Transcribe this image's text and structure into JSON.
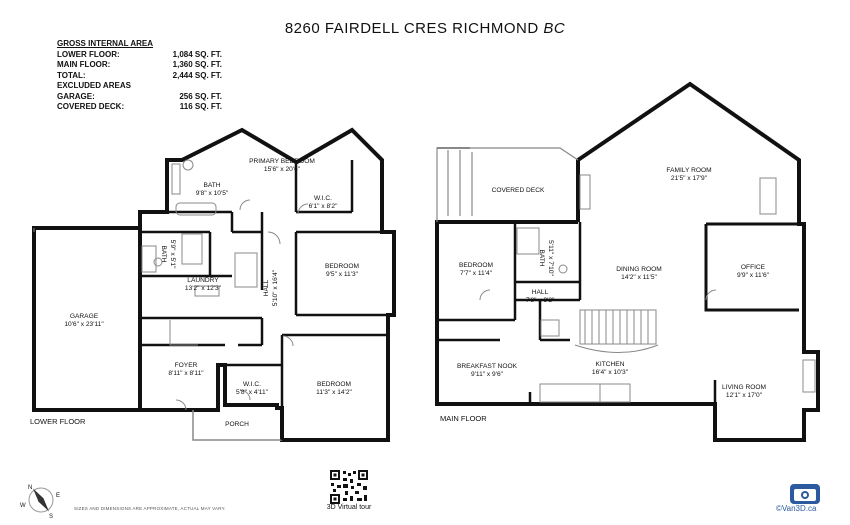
{
  "title": {
    "main": "8260 FAIRDELL CRES RICHMOND",
    "suffix": "BC"
  },
  "area_summary": {
    "header": "GROSS INTERNAL AREA",
    "rows": [
      {
        "label": "LOWER FLOOR:",
        "value": "1,084 SQ. FT."
      },
      {
        "label": "MAIN FLOOR:",
        "value": "1,360 SQ. FT."
      },
      {
        "label": "TOTAL:",
        "value": "2,444 SQ. FT."
      },
      {
        "label": "EXCLUDED AREAS",
        "value": ""
      },
      {
        "label": "GARAGE:",
        "value": "256 SQ. FT."
      },
      {
        "label": "COVERED DECK:",
        "value": "116 SQ. FT."
      }
    ]
  },
  "lower_floor": {
    "label": "LOWER FLOOR",
    "rooms": {
      "primary_bedroom": {
        "name": "PRIMARY BEDROOM",
        "dims": "15'6\" x 20'6\""
      },
      "bath1": {
        "name": "BATH",
        "dims": "9'8\" x 10'5\""
      },
      "wic1": {
        "name": "W.I.C.",
        "dims": "6'1\" x 8'2\""
      },
      "bath2": {
        "name": "BATH",
        "dims": "5'9\" x 5'1\""
      },
      "bedroom1": {
        "name": "BEDROOM",
        "dims": "9'5\" x 11'3\""
      },
      "laundry": {
        "name": "LAUNDRY",
        "dims": "13'2\" x 12'3\""
      },
      "hall": {
        "name": "HALL",
        "dims": "5'10\" x 16'4\""
      },
      "garage": {
        "name": "GARAGE",
        "dims": "10'6\" x 23'11\""
      },
      "foyer": {
        "name": "FOYER",
        "dims": "8'11\" x 8'11\""
      },
      "wic2": {
        "name": "W.I.C.",
        "dims": "5'8\" x 4'11\""
      },
      "bedroom2": {
        "name": "BEDROOM",
        "dims": "11'3\" x 14'2\""
      },
      "porch": {
        "name": "PORCH",
        "dims": ""
      }
    }
  },
  "main_floor": {
    "label": "MAIN FLOOR",
    "rooms": {
      "covered_deck": {
        "name": "COVERED DECK",
        "dims": ""
      },
      "family_room": {
        "name": "FAMILY ROOM",
        "dims": "21'5\" x 17'9\""
      },
      "bedroom": {
        "name": "BEDROOM",
        "dims": "7'7\" x 11'4\""
      },
      "bath": {
        "name": "BATH",
        "dims": "5'11\" x 7'10\""
      },
      "hall": {
        "name": "HALL",
        "dims": "7'8\" x 3'2\""
      },
      "dining_room": {
        "name": "DINING ROOM",
        "dims": "14'2\" x 11'5\""
      },
      "office": {
        "name": "OFFICE",
        "dims": "9'9\" x 11'6\""
      },
      "breakfast_nook": {
        "name": "BREAKFAST NOOK",
        "dims": "9'11\" x 9'6\""
      },
      "kitchen": {
        "name": "KITCHEN",
        "dims": "16'4\" x 10'3\""
      },
      "living_room": {
        "name": "LIVING ROOM",
        "dims": "12'1\" x 17'0\""
      }
    }
  },
  "compass": {
    "n": "N",
    "e": "E",
    "s": "S",
    "w": "W"
  },
  "disclaimer": "SIZES AND DIMENSIONS ARE APPROXIMATE, ACTUAL MAY VARY.",
  "virtual_tour": "3D Virtual tour",
  "brand": "©Van3D.ca",
  "icons": [
    "qr-code-icon",
    "camera-icon",
    "compass-icon"
  ],
  "colors": {
    "wall": "#111111",
    "fixture": "#888888"
  }
}
